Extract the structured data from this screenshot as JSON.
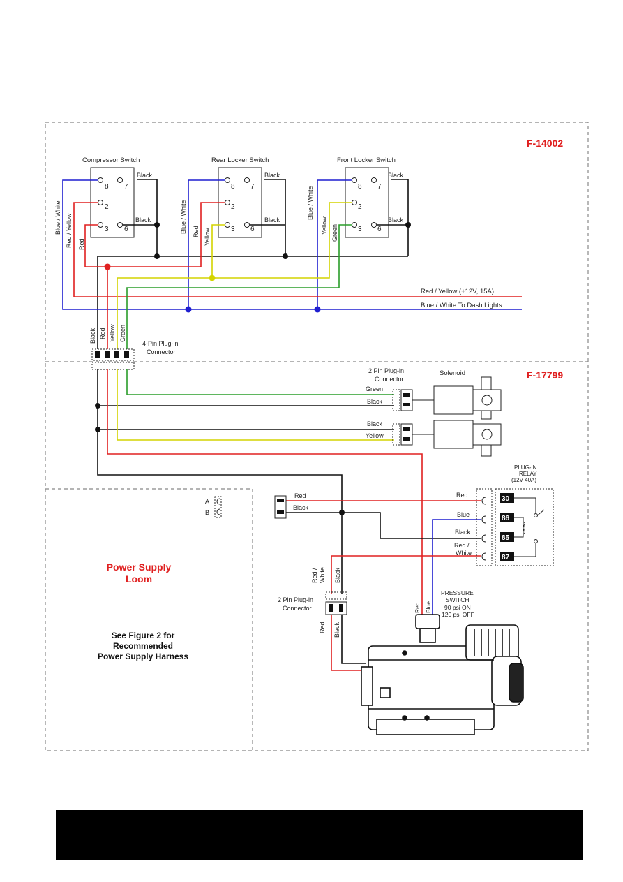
{
  "sections": {
    "top_code": "F-14002",
    "bottom_code": "F-17799"
  },
  "switches": [
    {
      "title": "Compressor Switch",
      "pins": [
        "8",
        "7",
        "2",
        "3",
        "6"
      ],
      "top_wire": "Black",
      "bottom_wire": "Black"
    },
    {
      "title": "Rear Locker Switch",
      "pins": [
        "8",
        "7",
        "2",
        "3",
        "6"
      ],
      "top_wire": "Black",
      "bottom_wire": "Black"
    },
    {
      "title": "Front Locker Switch",
      "pins": [
        "8",
        "7",
        "2",
        "3",
        "6"
      ],
      "top_wire": "Black",
      "bottom_wire": "Black"
    }
  ],
  "wire_labels": {
    "comp": [
      "Blue / White",
      "Red / Yellow",
      "Red"
    ],
    "rear": [
      "Blue / White",
      "Red",
      "Yellow"
    ],
    "front": [
      "Blue / White",
      "Yellow",
      "Green"
    ],
    "main_red": "Red / Yellow (+12V, 15A)",
    "main_blue": "Blue / White To Dash Lights",
    "four_pin": [
      "Black",
      "Red",
      "Yellow",
      "Green"
    ]
  },
  "four_pin_connector": [
    "4-Pin Plug-in",
    "Connector"
  ],
  "two_pin_connector_top": [
    "2 Pin Plug-in",
    "Connector"
  ],
  "solenoid_label": "Solenoid",
  "solenoid1_wires": [
    "Green",
    "Black"
  ],
  "solenoid2_wires": [
    "Black",
    "Yellow"
  ],
  "relay": {
    "title": [
      "PLUG-IN",
      "RELAY",
      "(12V 40A)"
    ],
    "pins": [
      "30",
      "86",
      "85",
      "87"
    ],
    "wires": [
      "Red",
      "Blue",
      "Black",
      "Red /",
      "White"
    ]
  },
  "harness_plug_wires": [
    "Red",
    "Black"
  ],
  "ab_labels": [
    "A",
    "B"
  ],
  "power_supply": {
    "title": [
      "Power Supply",
      "Loom"
    ],
    "note": [
      "See Figure 2 for",
      "Recommended",
      "Power Supply Harness"
    ]
  },
  "two_pin_connector_bottom": [
    "2 Pin Plug-in",
    "Connector"
  ],
  "lower_plug_wires": [
    "Red /",
    "White",
    "Black"
  ],
  "lower_plug_out": [
    "Red",
    "Black"
  ],
  "pressure_switch": [
    "PRESSURE",
    "SWITCH",
    "90 psi ON",
    "120 psi OFF"
  ],
  "pressure_wires": [
    "Red",
    "Blue"
  ],
  "colors": {
    "black": "#111111",
    "red": "#e02020",
    "blue": "#1f1fd0",
    "yellow": "#d4d400",
    "green": "#2a9d2a",
    "accent": "#e02020"
  }
}
